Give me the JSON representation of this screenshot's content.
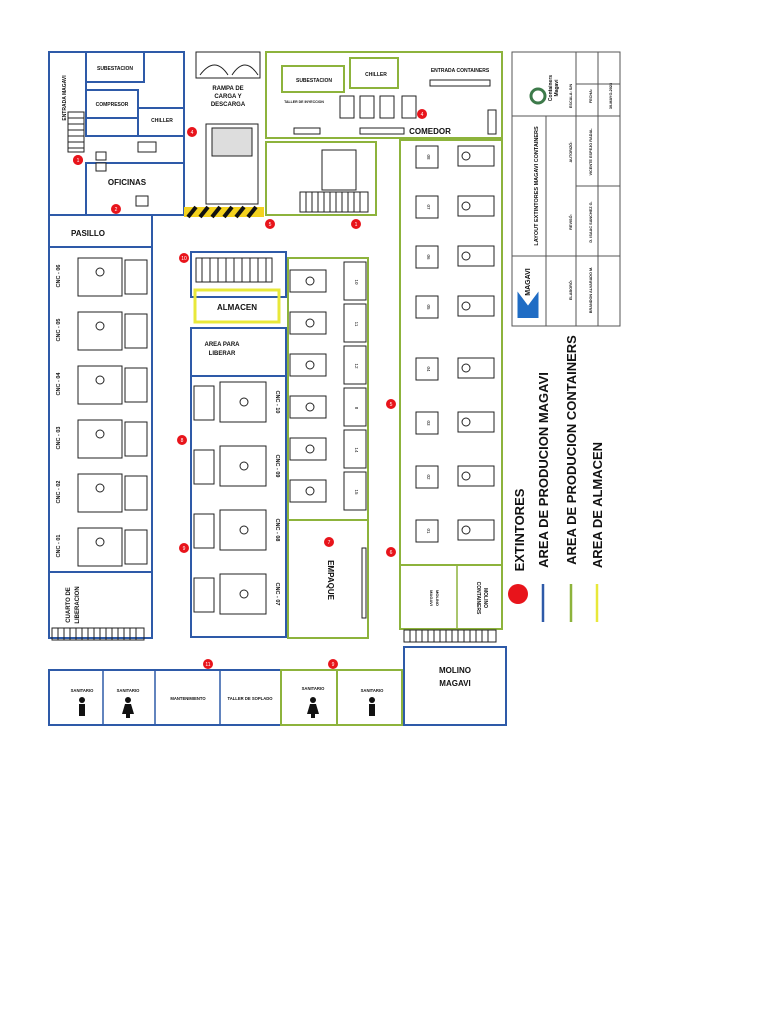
{
  "rooms": {
    "entrada_magavi": "ENTRADA MAGAVI",
    "subestacion_1": "SUBESTACION",
    "compresor": "COMPRESOR",
    "chiller_1": "CHILLER",
    "oficinas": "OFICINAS",
    "pasillo": "PASILLO",
    "rampa": [
      "RAMPA DE",
      "CARGA Y",
      "DESCARGA"
    ],
    "subestacion_2": "SUBESTACION",
    "chiller_2": "CHILLER",
    "entrada_containers": "ENTRADA CONTAINERS",
    "taller_inyeccion": "TALLER DE INYECCION",
    "comedor": "COMEDOR",
    "almacen": "ALMACEN",
    "area_liberar": [
      "AREA PARA",
      "LIBERAR"
    ],
    "empaque": "EMPAQUE",
    "cuarto_liberacion": [
      "CUARTO DE",
      "LIBERACION"
    ],
    "molino_magavi": [
      "MOLINO",
      "MAGAVI"
    ],
    "molino_containers": [
      "MOLINO",
      "CONTAINERS"
    ],
    "molino_magavi_small": [
      "MOLINO",
      "MAGAVI"
    ],
    "bottom_rooms": [
      "SANITARIO",
      "SANITARIO",
      "MANTENIMIENTO",
      "TALLER DE SOPLADO",
      "SANITARIO",
      "SANITARIO"
    ]
  },
  "cnc_left": [
    "CNC - 06",
    "CNC - 05",
    "CNC - 04",
    "CNC - 03",
    "CNC - 02",
    "CNC - 01"
  ],
  "cnc_mid": [
    "CNC - 10",
    "CNC - 09",
    "CNC - 08",
    "CNC - 07"
  ],
  "injection_mid": [
    "10",
    "11",
    "12",
    "8",
    "14",
    "15"
  ],
  "injection_right": [
    "08",
    "07",
    "06",
    "05",
    "04",
    "03",
    "02",
    "01"
  ],
  "extinguishers": [
    "1",
    "1",
    "2",
    "4",
    "4",
    "5",
    "1",
    "10",
    "8",
    "5",
    "9",
    "7",
    "6",
    "11",
    "9"
  ],
  "legend": {
    "items": [
      "EXTINTORES",
      "AREA DE PRODUCION MAGAVI",
      "AREA DE PRODUCION CONTAINERS",
      "AREA DE ALMACEN"
    ],
    "colors": [
      "#e8141b",
      "#2e5aa8",
      "#8db33c",
      "#e8e83a"
    ]
  },
  "title_block": {
    "title": "LAYOUT EXTINTORES MAGAVI CONTAINERS",
    "escala_label": "ESCALA: S/N",
    "fecha_label": "FECHA:",
    "fecha_value": "30-MAYO-2023",
    "autorizo_label": "AUTORIZÓ:",
    "autorizo_value": "VICENTE ESPEJO RADAL",
    "reviso_label": "REVISÓ:",
    "reviso_value": "D. ISAAC SANCHEZ G.",
    "elaboro_label": "ELABORÓ:",
    "elaboro_value": "BRANDON ALVARADO M.",
    "logo_top": [
      "Containers",
      "Magavi"
    ],
    "logo_bottom": "MAGAVI"
  },
  "colors": {
    "magavi_blue": "#2e5aa8",
    "containers_green": "#8db33c",
    "almacen_yellow": "#e8e83a",
    "extinguisher_red": "#e8141b"
  }
}
